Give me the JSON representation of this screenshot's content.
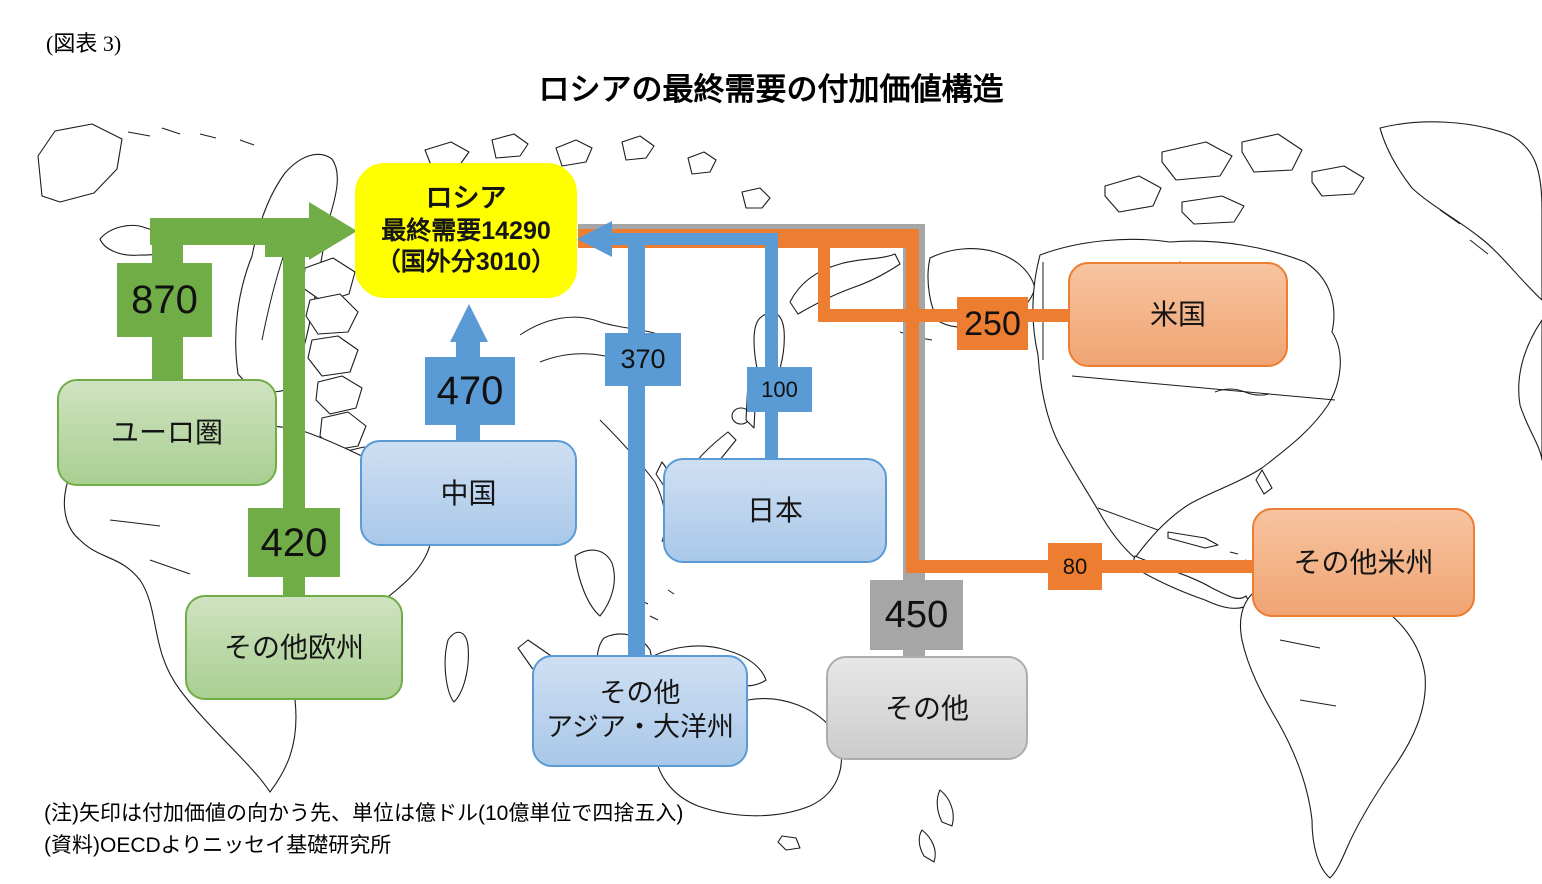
{
  "header": {
    "figure_label": "(図表 3)",
    "title": "ロシアの最終需要の付加価値構造"
  },
  "center_node": {
    "name": "ロシア",
    "line2": "最終需要14290",
    "line3": "（国外分3010）"
  },
  "regions": {
    "euro": {
      "label": "ユーロ圏",
      "value": "870"
    },
    "other_europe": {
      "label": "その他欧州",
      "value": "420"
    },
    "china": {
      "label": "中国",
      "value": "470"
    },
    "other_asia": {
      "label_line1": "その他",
      "label_line2": "アジア・大洋州",
      "value": "370"
    },
    "japan": {
      "label": "日本",
      "value": "100"
    },
    "other": {
      "label": "その他",
      "value": "450"
    },
    "usa": {
      "label": "米国",
      "value": "250"
    },
    "other_america": {
      "label": "その他米州",
      "value": "80"
    }
  },
  "notes": {
    "line1": "(注)矢印は付加価値の向かう先、単位は億ドル(10億単位で四捨五入)",
    "line2": "(資料)OECDよりニッセイ基礎研究所"
  },
  "colors": {
    "green": "#70AD47",
    "blue": "#5B9BD5",
    "orange": "#ED7D31",
    "gray": "#A6A6A6",
    "yellow": "#FFFF00"
  }
}
